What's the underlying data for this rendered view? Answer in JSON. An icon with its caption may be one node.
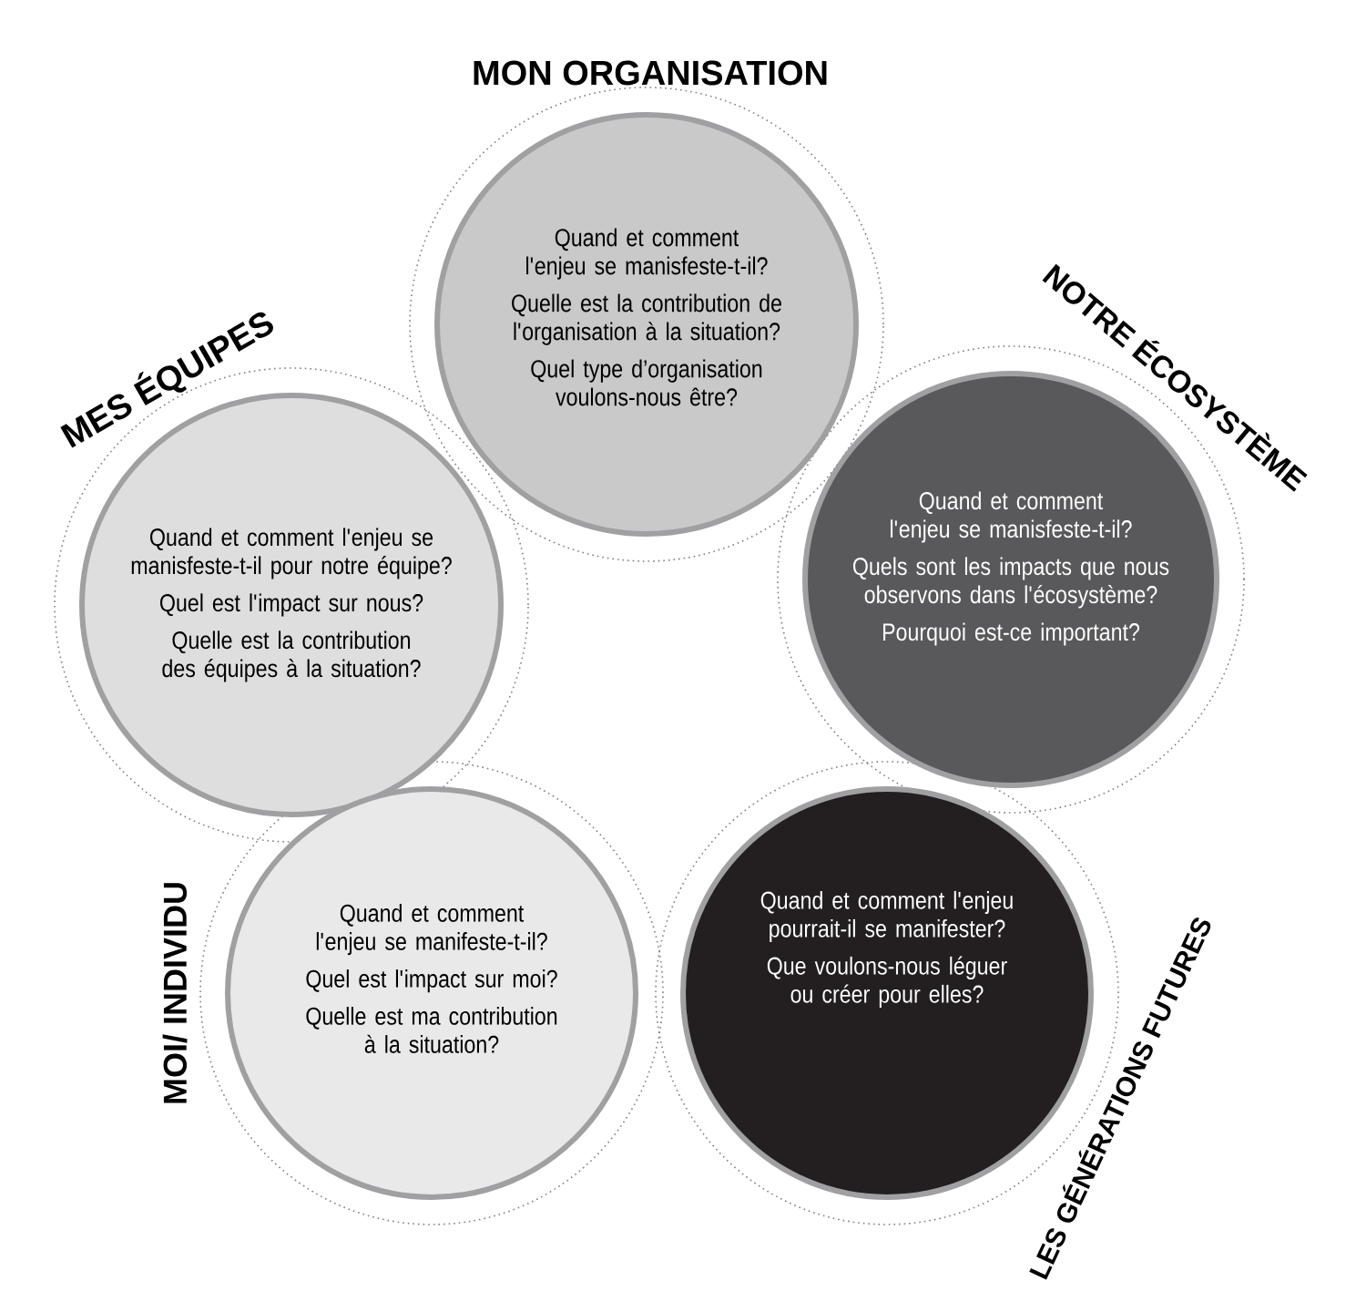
{
  "diagram": {
    "nodes": [
      {
        "text": [
          "MON ORGANISATION",
          "Quand et comment l'enjeu se manisfeste-t-il?",
          "Quelle est la contribution de l'organisation à la situation?",
          "Quel type d’organisation voulons-nous être?"
        ]
      },
      {
        "text": [
          "MES ÉQUIPES",
          "Quand et comment l'enjeu se manisfeste-t-il pour notre équipe?",
          "Quel est l'impact sur nous?",
          "Quelle est la contribution des équipes à la situation?"
        ]
      },
      {
        "text": [
          "NOTRE ÉCOSYSTÈME",
          "Quand et comment l'enjeu se manisfeste-t-il?",
          "Quels sont les impacts que nous observons dans l'écosystème?",
          "Pourquoi est-ce important?"
        ]
      },
      {
        "text": [
          "MOI/ INDIVIDU",
          "Quand et comment l'enjeu se manifeste-t-il?",
          "Quel est l'impact sur moi?",
          "Quelle est ma contribution à la situation?"
        ]
      },
      {
        "text": [
          "LES GÉNÉRATIONS FUTURES",
          "Quand et comment l'enjeu pourrait-il se manifester?",
          "Que voulons-nous léguer ou créer pour elles?"
        ]
      }
    ]
  }
}
